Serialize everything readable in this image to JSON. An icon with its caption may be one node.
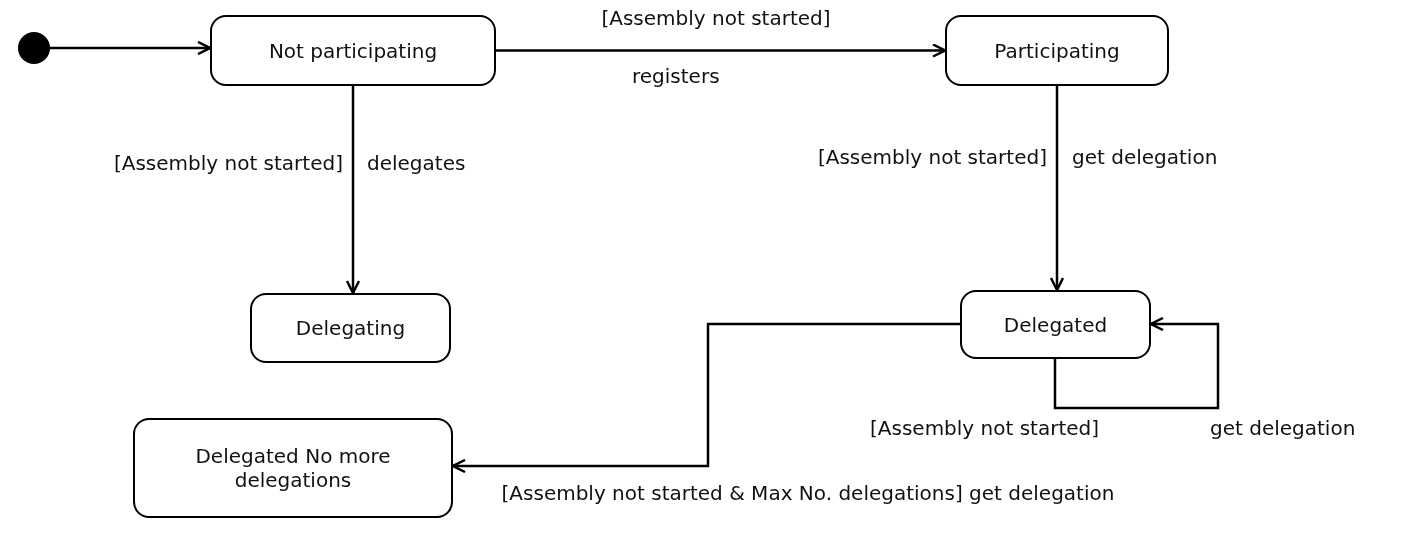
{
  "diagram": {
    "nodes": [
      {
        "text": [],
        "shape": "circle"
      },
      {
        "text": [
          "Not participating"
        ]
      },
      {
        "text": [
          "Participating"
        ]
      },
      {
        "text": [
          "Delegating"
        ]
      },
      {
        "text": [
          "Delegated"
        ]
      },
      {
        "text": [
          "Delegated No more delegations"
        ]
      }
    ],
    "edges": [
      {
        "from": 0,
        "to": 1,
        "arrow": "to"
      },
      {
        "from": 1,
        "to": 2,
        "arrow": "to",
        "label": "[Assembly not started]"
      },
      {
        "from": 1,
        "to": 3,
        "arrow": "to",
        "label": "[Assembly not started]"
      },
      {
        "from": 2,
        "to": 4,
        "arrow": "to",
        "label": "[Assembly not started]"
      },
      {
        "from": 4,
        "to": 4,
        "arrow": "to",
        "label": "[Assembly not started]"
      },
      {
        "from": 4,
        "to": 5,
        "arrow": "to",
        "label": "[Assembly not started & Max No. delegations] get delegation"
      }
    ],
    "labels": [
      "registers",
      "delegates",
      "get delegation",
      "get delegation"
    ]
  }
}
